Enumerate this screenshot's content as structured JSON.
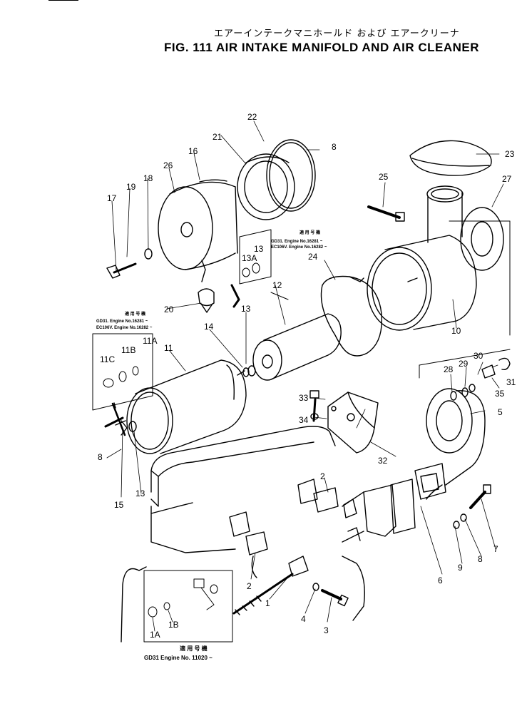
{
  "title_jp": "エアーインテークマニホールド および エアークリーナ",
  "title": "FIG. 111  AIR INTAKE MANIFOLD AND AIR CLEANER",
  "notes": {
    "top_right": {
      "jp": "適 用 号 機",
      "l1": "GD31.   Engine No.16281 ~",
      "l2": "EC106V.  Engine No.16282 ~"
    },
    "left": {
      "jp": "適 用 号 機",
      "l1": "GD31.   Engine No.16281 ~",
      "l2": "EC106V.  Engine No.16282 ~"
    },
    "bottom": {
      "jp": "適 用 号 機",
      "l1": "GD31 Engine No. 11020 ~"
    }
  },
  "part_labels": {
    "p1": "1",
    "p1A": "1A",
    "p1B": "1B",
    "p2a": "2",
    "p2b": "2",
    "p3": "3",
    "p4": "4",
    "p5": "5",
    "p6": "6",
    "p7": "7",
    "p8a": "8",
    "p8b": "8",
    "p8c": "8",
    "p9": "9",
    "p10": "10",
    "p11": "11",
    "p11A": "11A",
    "p11B": "11B",
    "p11C": "11C",
    "p12": "12",
    "p13a": "13",
    "p13b": "13",
    "p13c": "13",
    "p13A": "13A",
    "p14": "14",
    "p15": "15",
    "p16": "16",
    "p17": "17",
    "p18": "18",
    "p19": "19",
    "p20": "20",
    "p21": "21",
    "p22": "22",
    "p23": "23",
    "p24": "24",
    "p25": "25",
    "p26": "26",
    "p27": "27",
    "p28": "28",
    "p29": "29",
    "p30": "30",
    "p31": "31",
    "p32": "32",
    "p33": "33",
    "p34": "34",
    "p35": "35"
  }
}
